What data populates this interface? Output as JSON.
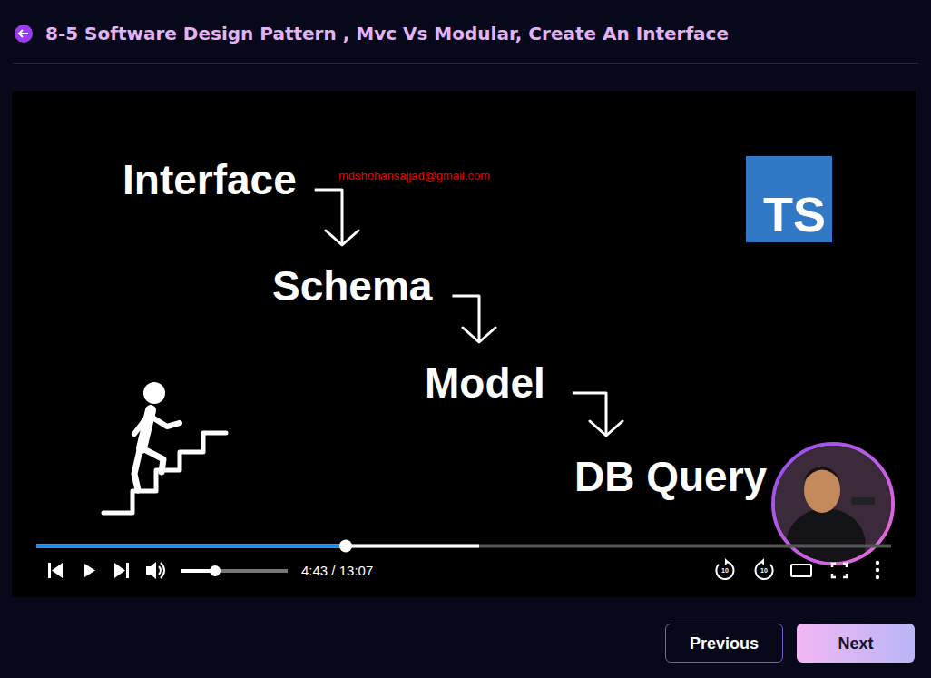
{
  "diagram": {
    "title": "8-5 Software Design Pattern , Mvc Vs Modular, Create An Interface",
    "nodes": [
      {
        "text": [
          "Interface"
        ]
      },
      {
        "text": [
          "TS"
        ]
      },
      {
        "text": [
          "Schema"
        ]
      },
      {
        "text": [
          "Model"
        ]
      },
      {
        "text": [
          "DB Query"
        ]
      },
      {
        "text": [
          "Previous"
        ]
      },
      {
        "text": [
          "Next"
        ]
      }
    ],
    "edges": [
      {
        "from": 0,
        "to": 2,
        "arrow": "to"
      },
      {
        "from": 2,
        "to": 3,
        "arrow": "to"
      },
      {
        "from": 3,
        "to": 4,
        "arrow": "to"
      }
    ],
    "labels": [
      "mdshohansajjad@gmail.com",
      "4:43 / 13:07",
      "10",
      "10"
    ]
  }
}
